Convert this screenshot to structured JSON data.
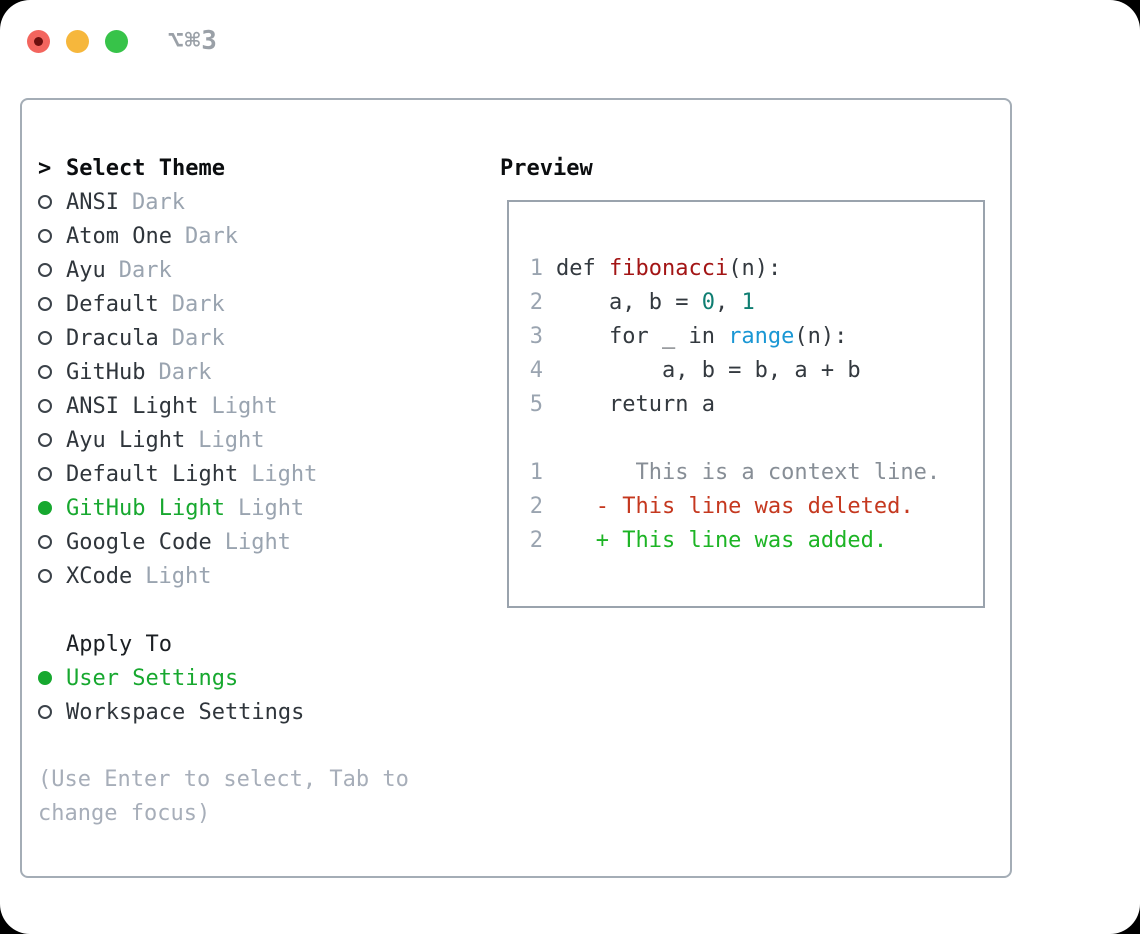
{
  "window": {
    "title": "⌥⌘3"
  },
  "colors": {
    "accent_green": "#17a82f",
    "deleted_red": "#c5381f",
    "added_green": "#1db425",
    "function_red": "#a31515",
    "number_teal": "#0f7e72",
    "builtin_blue": "#1a97d4",
    "muted_gray": "#9aa4b0",
    "panel_border": "#a4adb6",
    "traffic_red": "#f3655e",
    "traffic_yellow": "#f6b73c",
    "traffic_green": "#37c349"
  },
  "theme_picker": {
    "prompt": ">",
    "header": "Select Theme",
    "items": [
      {
        "name": "ANSI",
        "type": "Dark",
        "selected": false
      },
      {
        "name": "Atom One",
        "type": "Dark",
        "selected": false
      },
      {
        "name": "Ayu",
        "type": "Dark",
        "selected": false
      },
      {
        "name": "Default",
        "type": "Dark",
        "selected": false
      },
      {
        "name": "Dracula",
        "type": "Dark",
        "selected": false
      },
      {
        "name": "GitHub",
        "type": "Dark",
        "selected": false
      },
      {
        "name": "ANSI Light",
        "type": "Light",
        "selected": false
      },
      {
        "name": "Ayu Light",
        "type": "Light",
        "selected": false
      },
      {
        "name": "Default Light",
        "type": "Light",
        "selected": false
      },
      {
        "name": "GitHub Light",
        "type": "Light",
        "selected": true
      },
      {
        "name": "Google Code",
        "type": "Light",
        "selected": false
      },
      {
        "name": "XCode",
        "type": "Light",
        "selected": false
      }
    ],
    "apply": {
      "header": "Apply To",
      "options": [
        {
          "label": "User Settings",
          "selected": true
        },
        {
          "label": "Workspace Settings",
          "selected": false
        }
      ]
    },
    "hint": {
      "line1": "(Use Enter to select, Tab to",
      "line2": "change focus)"
    }
  },
  "preview": {
    "header": "Preview",
    "code": [
      {
        "num": "1",
        "k0": "def ",
        "fn": "fibonacci",
        "k1": "(n):"
      },
      {
        "num": "2",
        "k0": "    a, b = ",
        "v0": "0",
        "k1": ", ",
        "v1": "1"
      },
      {
        "num": "3",
        "k0": "    for _ in ",
        "bi": "range",
        "k1": "(n):"
      },
      {
        "num": "4",
        "k0": "        a, b = b, a + b"
      },
      {
        "num": "5",
        "k0": "    return a"
      }
    ],
    "diff": [
      {
        "num": "1",
        "text": "      This is a context line."
      },
      {
        "num": "2",
        "text": "   - This line was deleted."
      },
      {
        "num": "2",
        "text": "   + This line was added."
      }
    ]
  }
}
